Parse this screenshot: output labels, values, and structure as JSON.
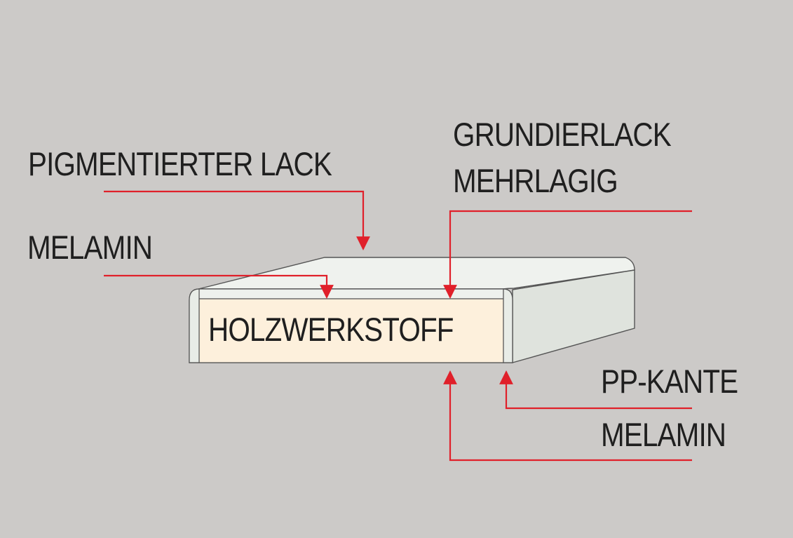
{
  "diagram": {
    "labels": {
      "pigmentierter_lack": "PIGMENTIERTER LACK",
      "melamin_top": "MELAMIN",
      "grundierlack_line1": "GRUNDIERLACK",
      "grundierlack_line2": "MEHRLAGIG",
      "core": "HOLZWERKSTOFF",
      "pp_kante": "PP-KANTE",
      "melamin_bottom": "MELAMIN"
    },
    "colors": {
      "background": "#cccac8",
      "leader_lines": "#e0202a",
      "core_fill": "#fdf0dc",
      "board_top": "#eff2ee",
      "board_side": "#dfe3dd",
      "outline": "#555555",
      "text": "#1f1f1f"
    }
  }
}
